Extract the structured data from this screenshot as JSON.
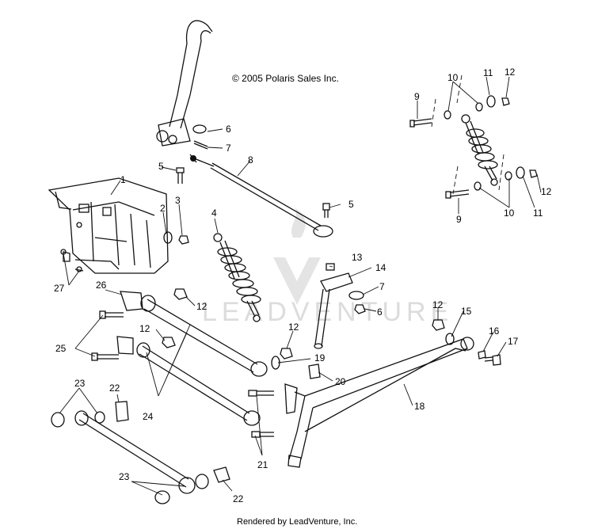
{
  "copyright": "© 2005 Polaris Sales Inc.",
  "footer": "Rendered by LeadVenture, Inc.",
  "watermark": "LEADVENTURE",
  "callouts": {
    "c1": "1",
    "c2": "2",
    "c3": "3",
    "c4": "4",
    "c5a": "5",
    "c5b": "5",
    "c6a": "6",
    "c6b": "6",
    "c7a": "7",
    "c7b": "7",
    "c8": "8",
    "c9a": "9",
    "c9b": "9",
    "c10a": "10",
    "c10b": "10",
    "c11a": "11",
    "c11b": "11",
    "c12a": "12",
    "c12b": "12",
    "c12c": "12",
    "c12d": "12",
    "c12e": "12",
    "c12f": "12",
    "c13": "13",
    "c14": "14",
    "c15": "15",
    "c16": "16",
    "c17": "17",
    "c18": "18",
    "c19": "19",
    "c20": "20",
    "c21": "21",
    "c22a": "22",
    "c22b": "22",
    "c23a": "23",
    "c23b": "23",
    "c24": "24",
    "c25": "25",
    "c26": "26",
    "c27": "27"
  }
}
